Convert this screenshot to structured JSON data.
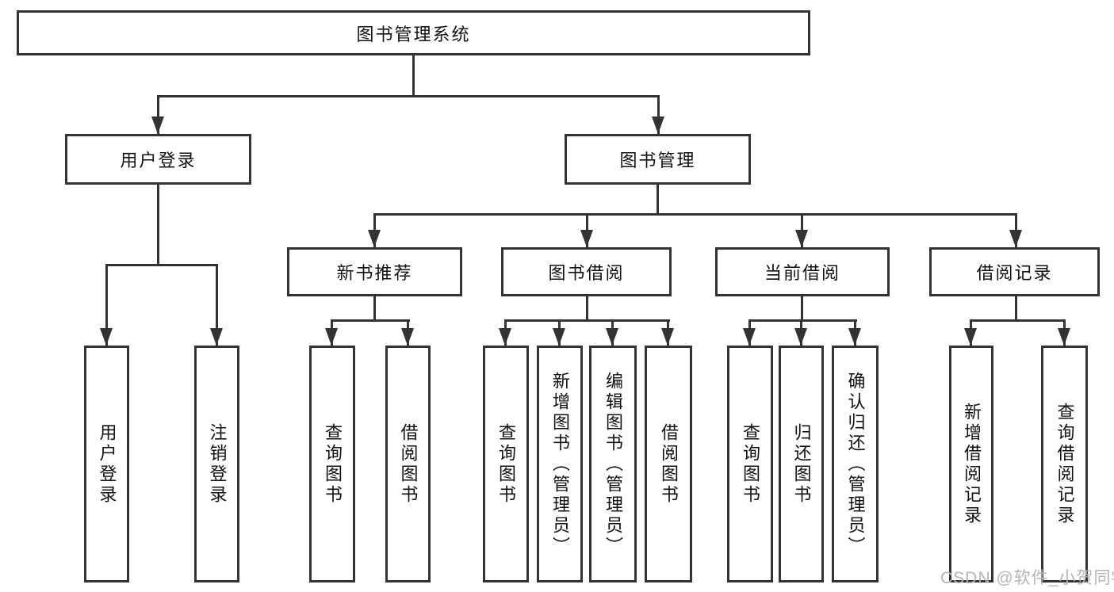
{
  "diagram_title": "图书管理系统",
  "tree": {
    "root": {
      "label": "图书管理系统"
    },
    "branches": [
      {
        "label": "用户登录",
        "children": [
          {
            "label": "用户登录"
          },
          {
            "label": "注销登录"
          }
        ]
      },
      {
        "label": "图书管理",
        "children": [
          {
            "label": "新书推荐",
            "children": [
              {
                "label": "查询图书"
              },
              {
                "label": "借阅图书"
              }
            ]
          },
          {
            "label": "图书借阅",
            "children": [
              {
                "label": "查询图书"
              },
              {
                "label": "新增图书（管理员）"
              },
              {
                "label": "编辑图书（管理员）"
              },
              {
                "label": "借阅图书"
              }
            ]
          },
          {
            "label": "当前借阅",
            "children": [
              {
                "label": "查询图书"
              },
              {
                "label": "归还图书"
              },
              {
                "label": "确认归还（管理员）"
              }
            ]
          },
          {
            "label": "借阅记录",
            "children": [
              {
                "label": "新增借阅记录"
              },
              {
                "label": "查询借阅记录"
              }
            ]
          }
        ]
      }
    ]
  },
  "watermark": {
    "text": "CSDN @软件_小贺同学"
  },
  "colors": {
    "line": "#333333",
    "text": "#111111",
    "background": "#ffffff",
    "watermark": "#b5b5b5"
  }
}
